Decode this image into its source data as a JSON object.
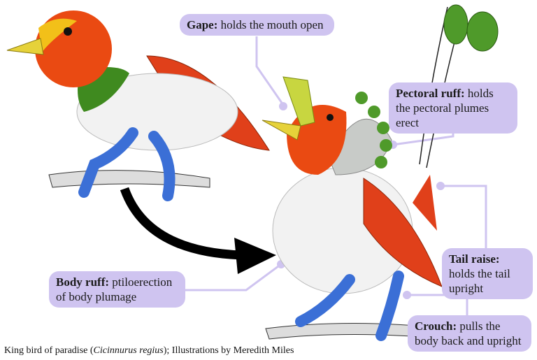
{
  "labels": {
    "gape": {
      "term": "Gape:",
      "desc": " holds the mouth open"
    },
    "pectoral_ruff": {
      "term": "Pectoral ruff:",
      "desc": " holds the pectoral plumes erect"
    },
    "tail_raise": {
      "term": "Tail raise:",
      "desc": " holds the tail upright"
    },
    "body_ruff": {
      "term": "Body ruff:",
      "desc": " ptiloerection of body plumage"
    },
    "crouch": {
      "term": "Crouch:",
      "desc": " pulls the body back and upright"
    }
  },
  "caption": {
    "prefix": "King bird of paradise (",
    "species": "Cicinnurus regius",
    "suffix": "); Illustrations by Meredith Miles"
  },
  "colors": {
    "label_bg": "#cfc4f0",
    "connector": "#cfc4f0",
    "plumage_red": "#e0401a",
    "body_white": "#f2f2f2",
    "leg_blue": "#3b6fd6",
    "pectoral_green": "#4f9a2a"
  }
}
